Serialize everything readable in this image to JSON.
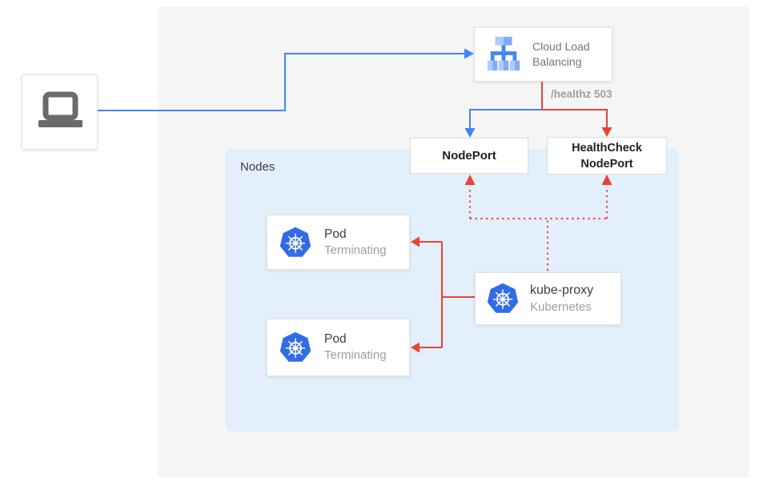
{
  "palette": {
    "blue": "#4285f4",
    "red": "#ea4335",
    "panel_gray": "#f5f5f6",
    "nodes_blue": "#e3f0fc",
    "box_border": "#dadce0",
    "text_dark": "#3c4043",
    "text_gray": "#757575",
    "text_light_gray": "#9e9e9e",
    "k8s_blue": "#326ce5",
    "laptop_gray": "#6b6b6b",
    "clb_icon_primary": "#4285f4",
    "clb_icon_mid": "#7fabf8",
    "clb_icon_light": "#aecbfa"
  },
  "diagram": {
    "client": {
      "icon": "laptop-icon"
    },
    "cloud_load_balancing": {
      "label": "Cloud Load Balancing",
      "icon": "cloud-load-balancing-icon"
    },
    "healthz_label": "/healthz 503",
    "nodeport": {
      "label": "NodePort"
    },
    "healthcheck_nodeport": {
      "line1": "HealthCheck",
      "line2": "NodePort"
    },
    "nodes_group": {
      "label": "Nodes"
    },
    "pods": [
      {
        "title": "Pod",
        "subtitle": "Terminating",
        "icon": "kubernetes-icon"
      },
      {
        "title": "Pod",
        "subtitle": "Terminating",
        "icon": "kubernetes-icon"
      }
    ],
    "kube_proxy": {
      "title": "kube-proxy",
      "subtitle": "Kubernetes",
      "icon": "kubernetes-icon"
    }
  }
}
